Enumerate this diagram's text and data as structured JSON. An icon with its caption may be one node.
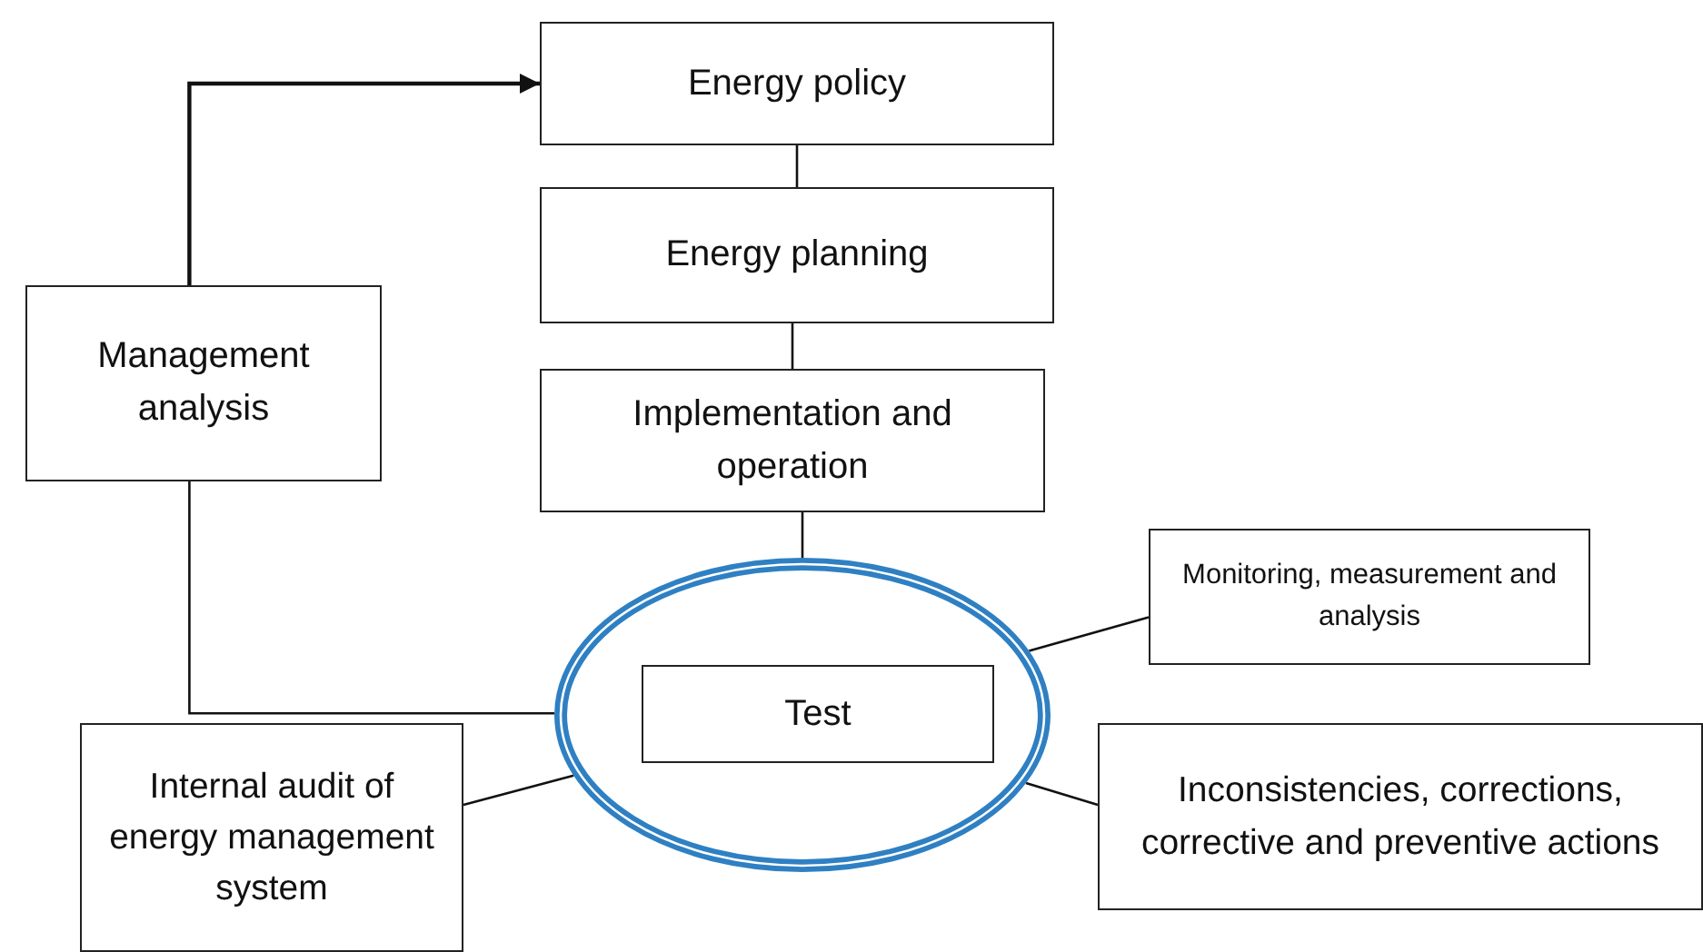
{
  "diagram": {
    "nodes": [
      {
        "text": [
          "Energy policy"
        ]
      },
      {
        "text": [
          "Energy planning"
        ]
      },
      {
        "text": [
          "Implementation and operation"
        ]
      },
      {
        "text": [
          "Management analysis"
        ]
      },
      {
        "text": [],
        "shape": "circle"
      },
      {
        "text": [
          "Test"
        ],
        "in": 4
      },
      {
        "text": [
          "Monitoring, measurement and analysis"
        ]
      },
      {
        "text": [
          "Internal audit of energy management system"
        ]
      },
      {
        "text": [
          "Inconsistencies, corrections, corrective and preventive actions"
        ]
      }
    ],
    "edges": [
      {
        "from": 0,
        "to": 1,
        "arrow": "none"
      },
      {
        "from": 1,
        "to": 2,
        "arrow": "none"
      },
      {
        "from": 2,
        "to": 4,
        "arrow": "none"
      },
      {
        "from": 3,
        "to": 0,
        "arrow": "to"
      },
      {
        "from": 3,
        "to": 4,
        "arrow": "none"
      },
      {
        "from": 4,
        "to": 6,
        "arrow": "none"
      },
      {
        "from": 7,
        "to": 4,
        "arrow": "none"
      },
      {
        "from": 4,
        "to": 8,
        "arrow": "none"
      }
    ]
  }
}
